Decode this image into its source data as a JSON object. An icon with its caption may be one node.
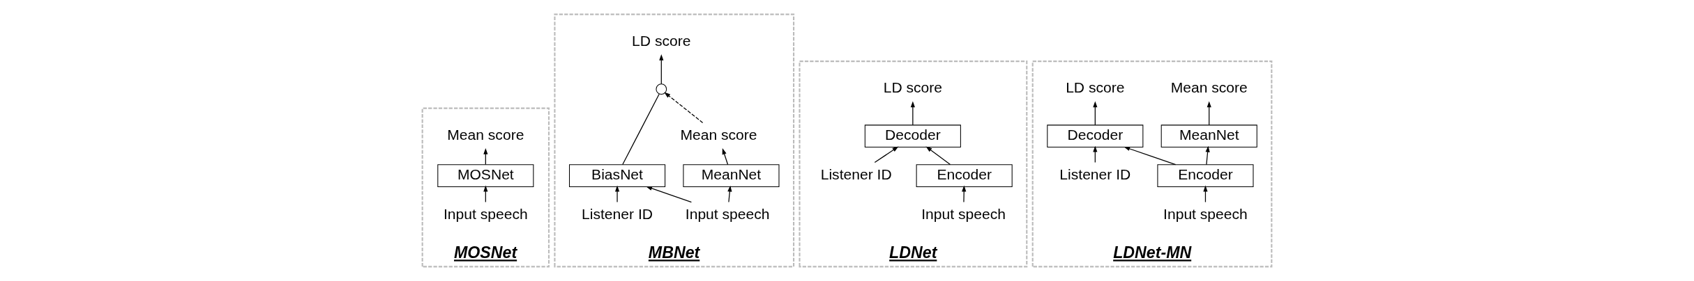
{
  "diagram": {
    "nodes": [
      {
        "text": [
          "MOSNet"
        ]
      },
      {
        "text": [
          "Mean score"
        ],
        "in": 0
      },
      {
        "text": [
          "MOSNet"
        ],
        "in": 0
      },
      {
        "text": [
          "Input speech"
        ],
        "in": 0
      },
      {
        "text": [
          "MBNet"
        ]
      },
      {
        "text": [
          "LD score"
        ],
        "in": 4
      },
      {
        "text": [
          "Mean score"
        ],
        "in": 4
      },
      {
        "text": [],
        "shape": "circle",
        "in": 4
      },
      {
        "text": [
          "MeanNet"
        ],
        "in": 4
      },
      {
        "text": [
          "BiasNet"
        ],
        "in": 4
      },
      {
        "text": [
          "Input speech"
        ],
        "in": 4
      },
      {
        "text": [
          "Listener ID"
        ],
        "in": 4
      },
      {
        "text": [
          "LDNet"
        ]
      },
      {
        "text": [
          "LD score"
        ],
        "in": 12
      },
      {
        "text": [
          "Decoder"
        ],
        "in": 12
      },
      {
        "text": [
          "Encoder"
        ],
        "in": 12
      },
      {
        "text": [
          "Input speech"
        ],
        "in": 12
      },
      {
        "text": [
          "Listener ID"
        ],
        "in": 12
      },
      {
        "text": [
          "LDNet-MN"
        ]
      },
      {
        "text": [
          "Mean score"
        ],
        "in": 18
      },
      {
        "text": [
          "LD score"
        ],
        "in": 18
      },
      {
        "text": [
          "MeanNet"
        ],
        "in": 18
      },
      {
        "text": [
          "Decoder"
        ],
        "in": 18
      },
      {
        "text": [
          "Encoder"
        ],
        "in": 18
      },
      {
        "text": [
          "Input speech"
        ],
        "in": 18
      },
      {
        "text": [
          "Listener ID"
        ],
        "in": 18
      }
    ],
    "edges": [
      {
        "from": 3,
        "to": 2,
        "arrow": "to"
      },
      {
        "from": 2,
        "to": 1,
        "arrow": "to"
      },
      {
        "from": 10,
        "to": 9,
        "arrow": "to"
      },
      {
        "from": 10,
        "to": 8,
        "arrow": "to"
      },
      {
        "from": 8,
        "to": 6,
        "arrow": "to"
      },
      {
        "from": 6,
        "to": 7,
        "arrow": "to",
        "style": "dashed"
      },
      {
        "from": 9,
        "to": 7,
        "arrow": "none"
      },
      {
        "from": 7,
        "to": 5,
        "arrow": "to"
      },
      {
        "from": 11,
        "to": 9,
        "arrow": "to"
      },
      {
        "from": 16,
        "to": 15,
        "arrow": "to"
      },
      {
        "from": 15,
        "to": 14,
        "arrow": "to"
      },
      {
        "from": 14,
        "to": 13,
        "arrow": "to"
      },
      {
        "from": 17,
        "to": 14,
        "arrow": "to"
      },
      {
        "from": 24,
        "to": 23,
        "arrow": "to"
      },
      {
        "from": 23,
        "to": 22,
        "arrow": "to"
      },
      {
        "from": 22,
        "to": 20,
        "arrow": "to"
      },
      {
        "from": 23,
        "to": 21,
        "arrow": "to"
      },
      {
        "from": 21,
        "to": 19,
        "arrow": "to"
      },
      {
        "from": 25,
        "to": 22,
        "arrow": "to"
      }
    ]
  }
}
